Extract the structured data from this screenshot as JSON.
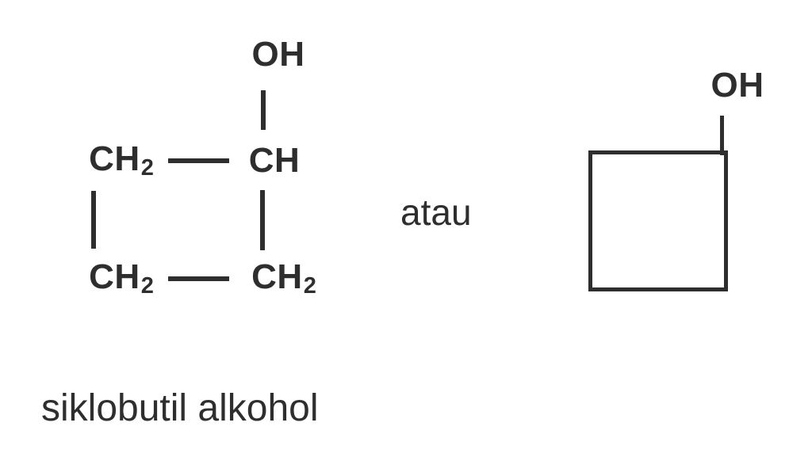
{
  "page": {
    "background_color": "#ffffff",
    "ink_color": "#2e2e2e",
    "caption": "siklobutil alkohol",
    "conjunction": "atau"
  },
  "expanded_formula": {
    "name": "expanded-structural-formula",
    "atoms": {
      "hydroxyl_top": "OH",
      "carbon_top_left": "CH",
      "carbon_top_left_sub": "2",
      "carbon_top_right": "CH",
      "carbon_bottom_left": "CH",
      "carbon_bottom_left_sub": "2",
      "carbon_bottom_right": "CH",
      "carbon_bottom_right_sub": "2"
    },
    "bonds": [
      "hydroxyl-to-carbon-vertical",
      "top-horizontal",
      "left-vertical",
      "right-vertical",
      "bottom-horizontal"
    ]
  },
  "skeletal_formula": {
    "name": "skeletal-line-formula",
    "ring": "cyclobutane-square",
    "substituent_label": "OH",
    "substituent_bond": "hydroxyl-bond"
  }
}
